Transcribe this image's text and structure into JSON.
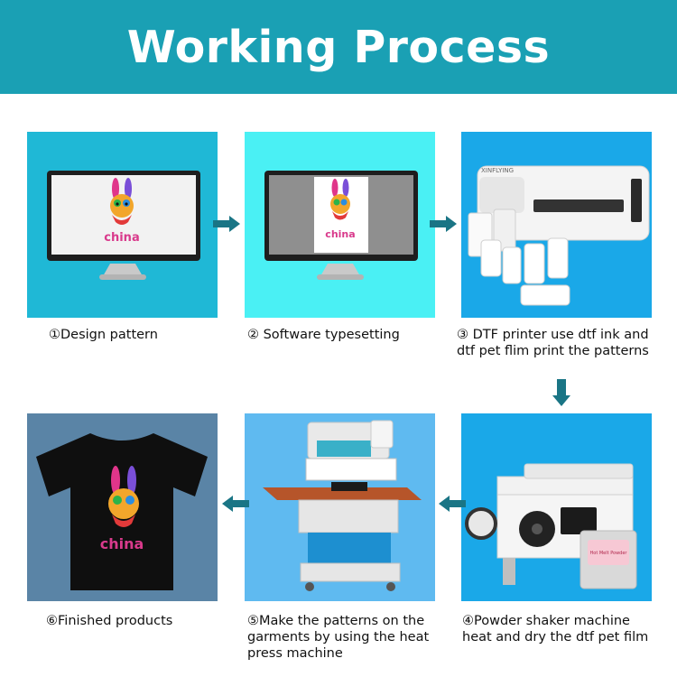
{
  "header": {
    "title": "Working Process"
  },
  "steps": [
    {
      "caption": "①Design pattern"
    },
    {
      "caption": "② Software typesetting"
    },
    {
      "caption_lines": [
        "③ DTF printer use dtf ink and",
        "dtf pet flim print the patterns"
      ]
    },
    {
      "caption_lines": [
        "④Powder shaker machine",
        "heat and dry the dtf pet film"
      ]
    },
    {
      "caption_lines": [
        "⑤Make the patterns on the",
        "garments by using the heat",
        "press machine"
      ]
    },
    {
      "caption": "⑥Finished products"
    }
  ],
  "artwork": {
    "print_text": "china",
    "printer_brand": "XINFLYING",
    "bag_label": "Hot Melt Powder"
  },
  "colors": {
    "header_bg": "#1aa0b4",
    "arrow": "#1a7585",
    "panel1_bg": "#1fb8d6",
    "panel2_bg": "#4af0f4",
    "panel3_bg": "#1aa8e8",
    "panel4_bg": "#1aa8e8",
    "panel5_bg": "#5fbaf0",
    "panel6_bg": "#5a84a6"
  }
}
